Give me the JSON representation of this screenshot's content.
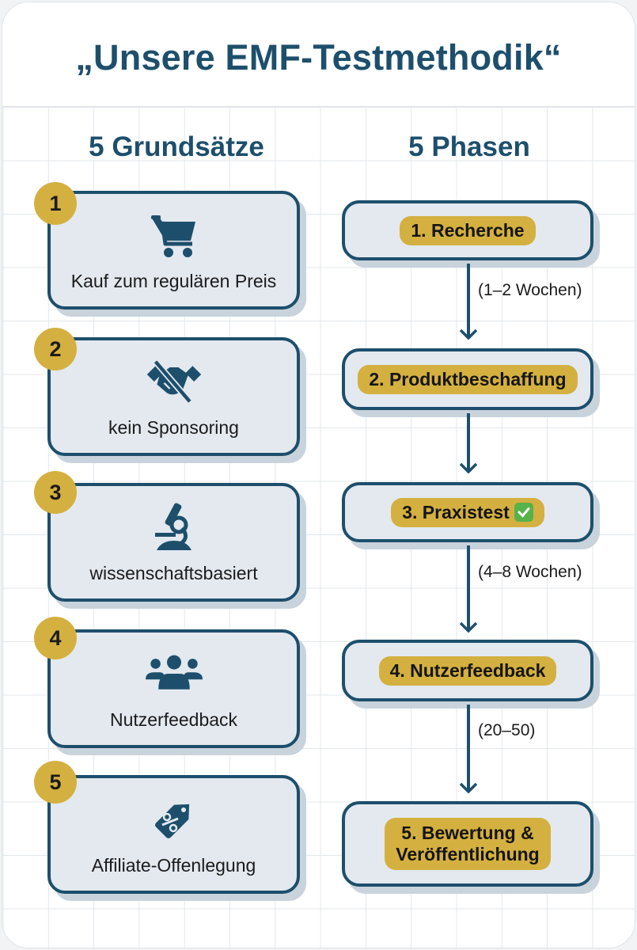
{
  "title": "„Unsere EMF-Testmethodik“",
  "columns": {
    "left_heading": "5 Grundsätze",
    "right_heading": "5 Phasen"
  },
  "principles": [
    {
      "number": "1",
      "icon": "shopping-cart-icon",
      "label": "Kauf zum regulären Preis"
    },
    {
      "number": "2",
      "icon": "no-handshake-icon",
      "label": "kein Sponsoring"
    },
    {
      "number": "3",
      "icon": "microscope-icon",
      "label": "wissenschaftsbasiert"
    },
    {
      "number": "4",
      "icon": "users-group-icon",
      "label": "Nutzerfeedback"
    },
    {
      "number": "5",
      "icon": "percent-tag-icon",
      "label": "Affiliate-Offenlegung"
    }
  ],
  "phases": [
    {
      "label": "1. Recherche",
      "duration_after": "(1–2 Wochen)"
    },
    {
      "label": "2. Produktbeschaffung",
      "duration_after": ""
    },
    {
      "label": "3. Praxistest",
      "badge": "check-mark-icon",
      "duration_after": "(4–8 Wochen)"
    },
    {
      "label": "4. Nutzerfeedback",
      "duration_after": "(20–50)"
    },
    {
      "label_line1": "5. Bewertung &",
      "label_line2": "Veröffentlichung"
    }
  ],
  "colors": {
    "primary": "#1d4f6c",
    "accent": "#d4b040",
    "box_fill": "#e3e9ef",
    "shadow": "#c9d3dc",
    "check_green": "#58b24a"
  }
}
